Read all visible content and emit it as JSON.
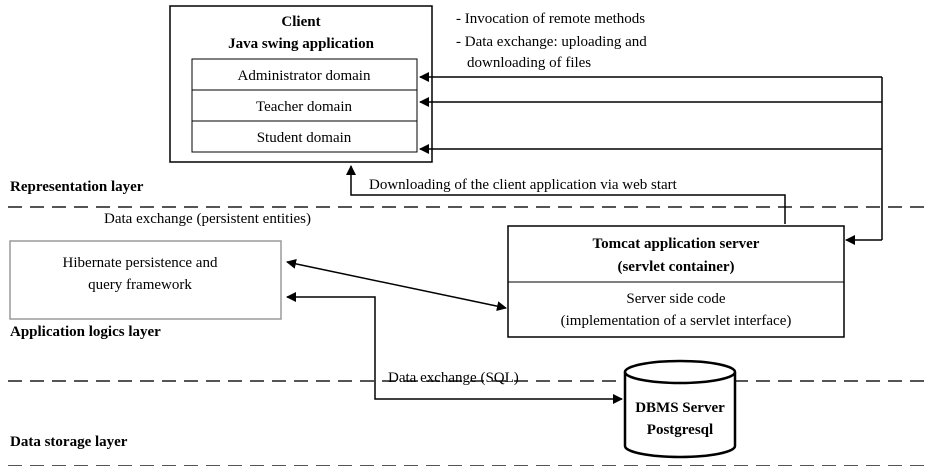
{
  "client": {
    "title": "Client",
    "subtitle": "Java swing application",
    "domains": [
      "Administrator domain",
      "Teacher domain",
      "Student domain"
    ]
  },
  "notes": [
    "- Invocation of remote methods",
    "- Data exchange: uploading and",
    "downloading of files"
  ],
  "download_label": "Downloading of the client application via web start",
  "persistent_label": "Data exchange (persistent entities)",
  "hibernate": [
    "Hibernate persistence  and",
    "query framework"
  ],
  "tomcat": {
    "title_line1": "Tomcat application server",
    "title_line2": "(servlet container)",
    "code_line1": "Server side code",
    "code_line2": "(implementation of a servlet interface)"
  },
  "sql_label": "Data exchange (SQL)",
  "dbms": [
    "DBMS Server",
    "Postgresql"
  ],
  "layers": {
    "representation": "Representation layer",
    "application": "Application logics layer",
    "storage": "Data storage layer"
  },
  "colors": {
    "line": "#000000",
    "dash": "#555555",
    "hibernate_border": "#9a9a9a"
  }
}
